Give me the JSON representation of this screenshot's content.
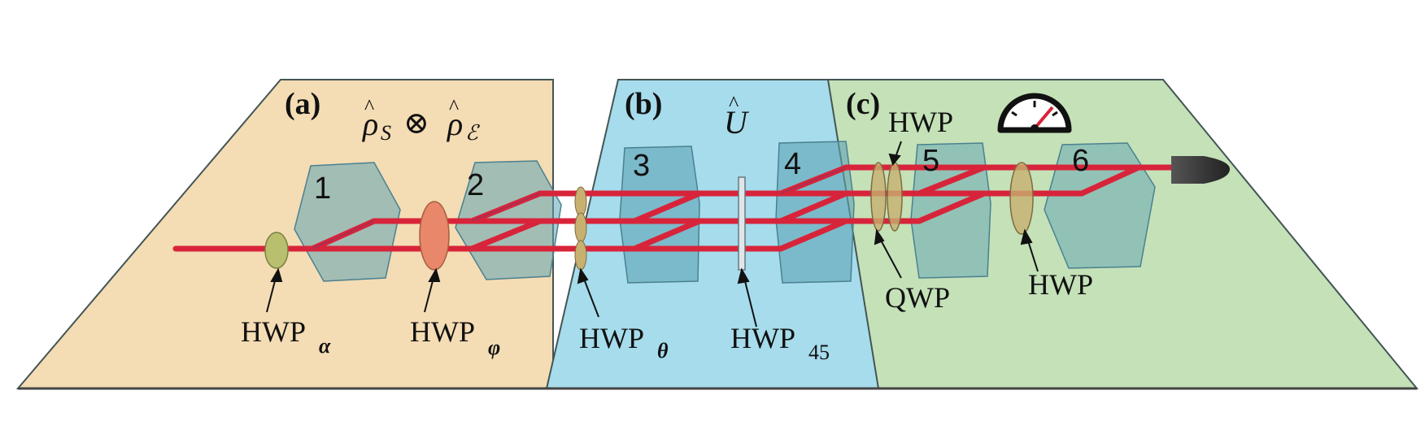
{
  "panels": [
    {
      "tag": "(a)",
      "color": "#f4dcb4"
    },
    {
      "tag": "(b)",
      "color": "#a6dcec"
    },
    {
      "tag": "(c)",
      "color": "#c4e1b8"
    }
  ],
  "formulas": {
    "a": {
      "rho": "ρ",
      "hat": "^",
      "sub_s": "S",
      "otimes": "⊗",
      "sub_e": "ℰ"
    },
    "b": {
      "u": "U",
      "hat": "^"
    }
  },
  "crystals": [
    "1",
    "2",
    "3",
    "4",
    "5",
    "6"
  ],
  "waveplates": {
    "hwp_alpha": {
      "main": "HWP",
      "sub": "α"
    },
    "hwp_phi": {
      "main": "HWP",
      "sub": "φ"
    },
    "hwp_theta": {
      "main": "HWP",
      "sub": "θ"
    },
    "hwp_45": {
      "main": "HWP",
      "sub": "45"
    },
    "hwp_top": "HWP",
    "qwp": "QWP",
    "hwp_right": "HWP"
  },
  "colors": {
    "beam": "#d8243a",
    "crystal": "#5fa4b4",
    "hwp_alpha": "#b8c070",
    "hwp_phi": "#e8876a",
    "hwp_small": "#c8b070",
    "detector": "#333333"
  },
  "icons": {
    "detector": "meter-icon"
  }
}
